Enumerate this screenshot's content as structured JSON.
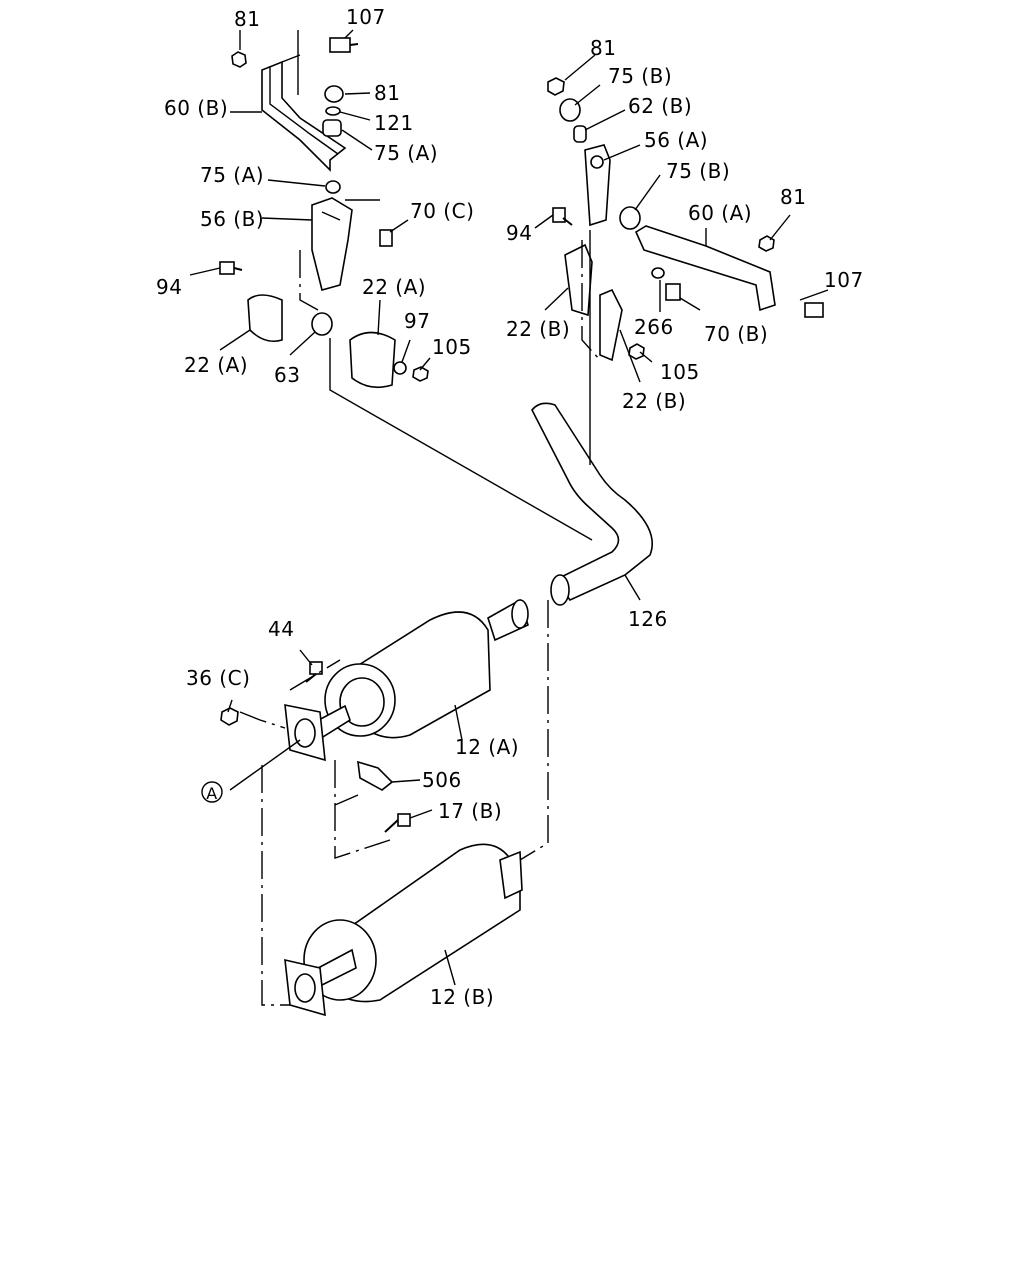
{
  "diagram": {
    "callout_marker": "A",
    "labels": {
      "l_81_a": "81",
      "l_107_a": "107",
      "l_81_b": "81",
      "l_60b": "60 (B)",
      "l_121": "121",
      "l_75a_a": "75 (A)",
      "l_75a_b": "75 (A)",
      "l_56b": "56 (B)",
      "l_70c": "70 (C)",
      "l_94_a": "94",
      "l_22a_a": "22 (A)",
      "l_97": "97",
      "l_105_a": "105",
      "l_22a_b": "22 (A)",
      "l_63": "63",
      "l_81_c": "81",
      "l_75b_a": "75 (B)",
      "l_62b": "62 (B)",
      "l_56a": "56 (A)",
      "l_75b_b": "75 (B)",
      "l_81_d": "81",
      "l_60a": "60 (A)",
      "l_94_b": "94",
      "l_107_b": "107",
      "l_22b_a": "22 (B)",
      "l_266": "266",
      "l_70b": "70 (B)",
      "l_105_b": "105",
      "l_22b_b": "22 (B)",
      "l_126": "126",
      "l_44": "44",
      "l_36c": "36 (C)",
      "l_12a": "12 (A)",
      "l_506": "506",
      "l_17b": "17 (B)",
      "l_12b": "12 (B)"
    }
  }
}
